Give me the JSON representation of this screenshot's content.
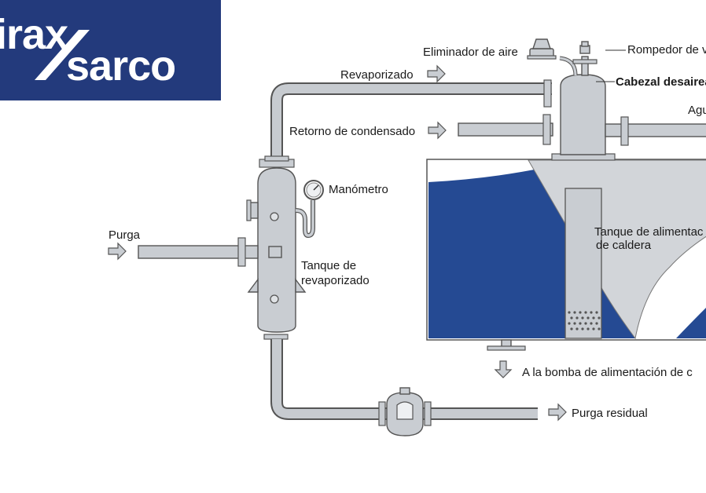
{
  "logo": {
    "line1": "irax",
    "line2": "sarco",
    "bg_color": "#233a7c"
  },
  "labels": {
    "eliminador_aire": "Eliminador de aire",
    "rompedor_vacio": "Rompedor de v",
    "cabezal": "Cabezal desaireador",
    "agua": "Agu",
    "revaporizado": "Revaporizado",
    "retorno": "Retorno de condensado",
    "manometro": "Manómetro",
    "purga": "Purga",
    "tanque_revap_1": "Tanque de",
    "tanque_revap_2": "revaporizado",
    "tanque_alim_1": "Tanque de alimentac",
    "tanque_alim_2": "de caldera",
    "bomba": "A la bomba de alimentación de c",
    "purga_residual": "Purga residual"
  },
  "colors": {
    "water": "#254a93",
    "metal": "#c9cdd2",
    "outline": "#555555"
  }
}
